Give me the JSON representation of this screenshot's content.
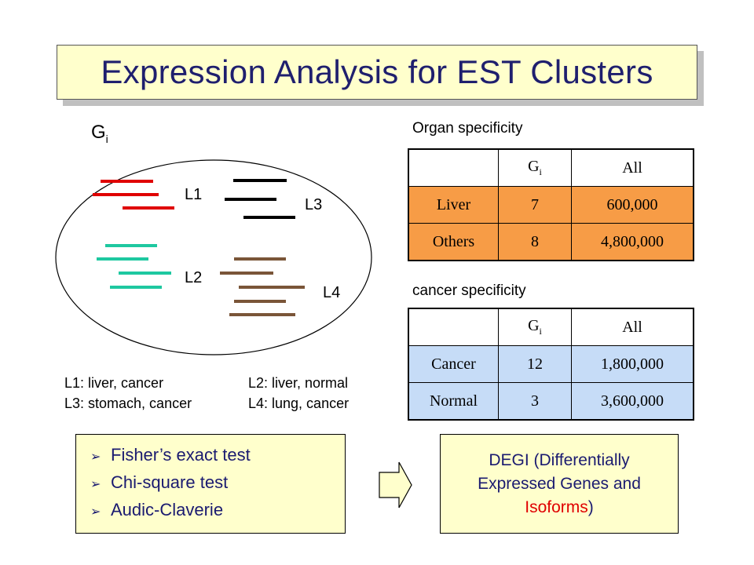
{
  "title": "Expression Analysis for EST Clusters",
  "cluster": {
    "label": "G",
    "label_sub": "i",
    "libraries": [
      {
        "name": "L1",
        "color": "#e00000"
      },
      {
        "name": "L2",
        "color": "#1ec8a0"
      },
      {
        "name": "L3",
        "color": "#000000"
      },
      {
        "name": "L4",
        "color": "#7a5538"
      }
    ]
  },
  "legend": {
    "l1": "L1: liver, cancer",
    "l2": "L2: liver, normal",
    "l3": "L3: stomach,  cancer",
    "l4": "L4: lung,  cancer"
  },
  "organ": {
    "title": "Organ specificity",
    "header": {
      "col1": "G",
      "col1_sub": "i",
      "col2": "All"
    },
    "rows": [
      {
        "label": "Liver",
        "gi": "7",
        "all": "600,000"
      },
      {
        "label": "Others",
        "gi": "8",
        "all": "4,800,000"
      }
    ],
    "color": "#f79c46"
  },
  "cancer": {
    "title": "cancer specificity",
    "header": {
      "col1": "G",
      "col1_sub": "i",
      "col2": "All"
    },
    "rows": [
      {
        "label": "Cancer",
        "gi": "12",
        "all": "1,800,000"
      },
      {
        "label": "Normal",
        "gi": "3",
        "all": "3,600,000"
      }
    ],
    "color": "#c6dcf7"
  },
  "tests": {
    "bullet": "➢",
    "items": [
      "Fisher’s exact test",
      "Chi-square test",
      "Audic-Claverie"
    ]
  },
  "degi": {
    "line1": "DEGI (Differentially",
    "line2": "Expressed Genes and",
    "line3_highlight": "Isoforms",
    "line3_end": ")"
  }
}
